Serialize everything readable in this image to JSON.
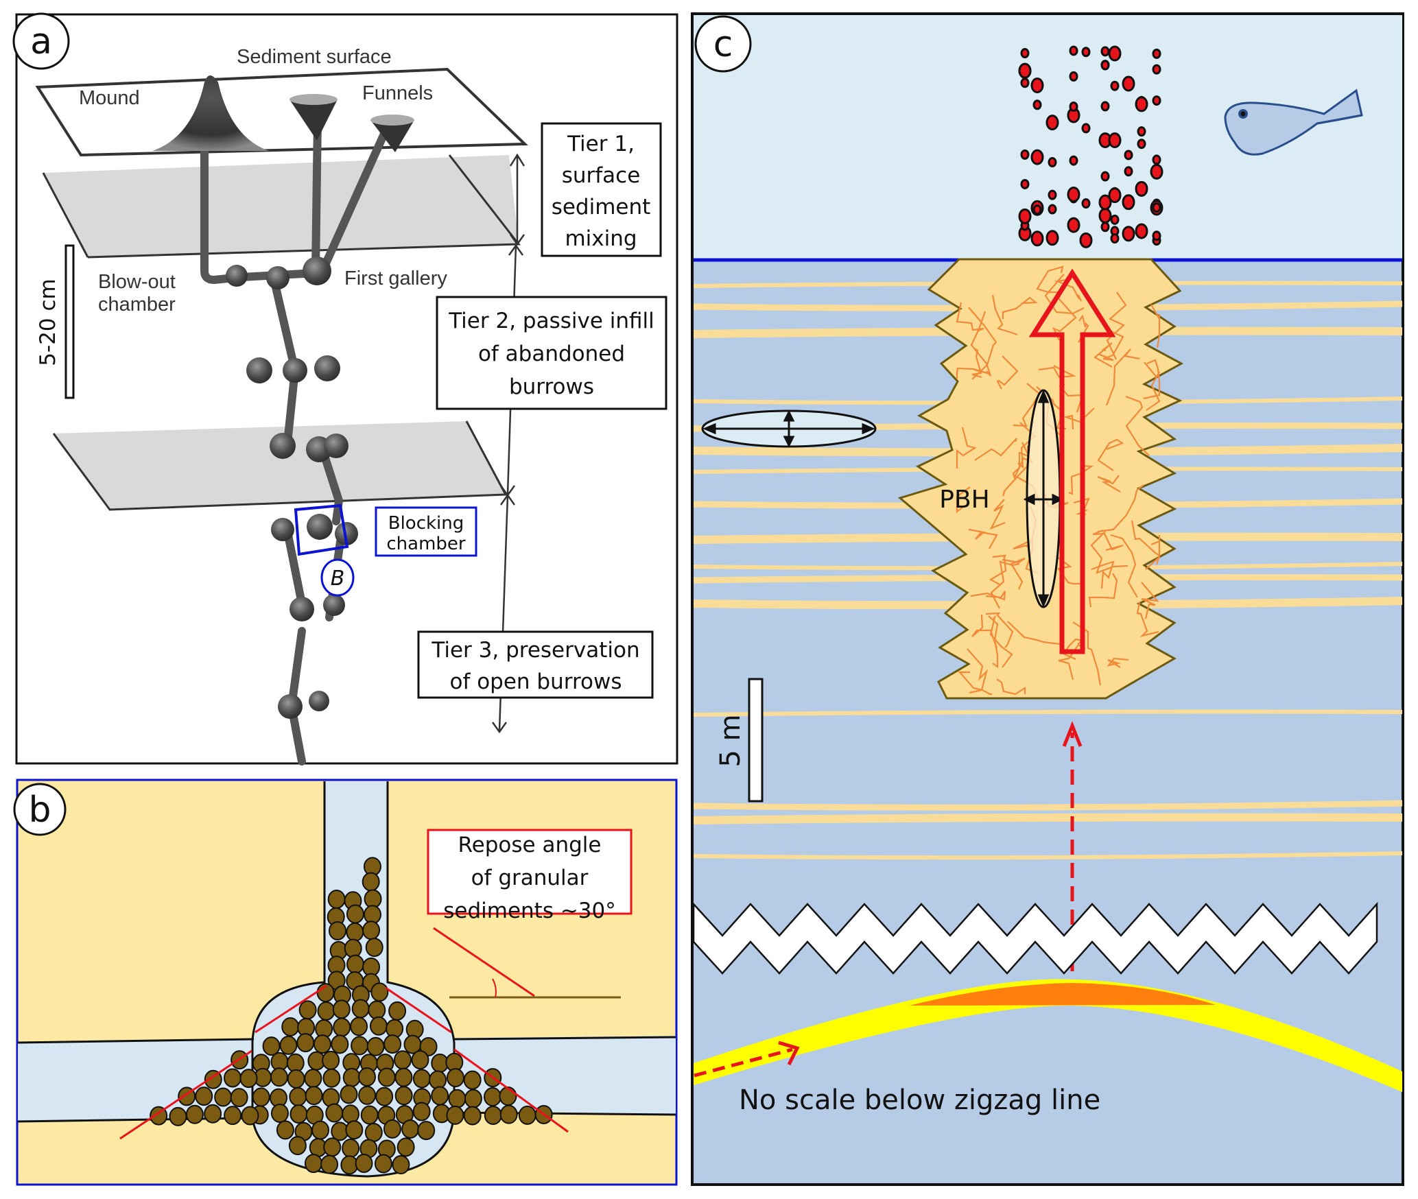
{
  "panels": {
    "a": {
      "letter": "a",
      "labels": {
        "sediment_surface": "Sediment surface",
        "mound": "Mound",
        "funnels": "Funnels",
        "blow_out_line1": "Blow-out",
        "blow_out_line2": "chamber",
        "first_gallery": "First gallery",
        "scale": "5-20 cm",
        "blocking_line1": "Blocking",
        "blocking_line2": "chamber",
        "b_marker": "B"
      },
      "tiers": [
        {
          "lines": [
            "Tier 1,",
            "surface",
            "sediment",
            "mixing"
          ]
        },
        {
          "lines": [
            "Tier 2, passive infill",
            "of abandoned",
            "burrows"
          ]
        },
        {
          "lines": [
            "Tier 3, preservation",
            "of open burrows"
          ]
        }
      ]
    },
    "b": {
      "letter": "b",
      "repose_lines": [
        "Repose angle",
        "of granular",
        "sediments ~30°"
      ]
    },
    "c": {
      "letter": "c",
      "pbh_label": "PBH",
      "scale": "5 m",
      "no_scale_note": "No scale below zigzag line"
    }
  },
  "colors": {
    "sand": "#fde9a3",
    "water_light": "#dcecf4",
    "water_mid": "#b6cce6",
    "grain": "#7b5a12",
    "red": "#e8141b",
    "blue": "#0a14d2",
    "orange_line": "#f08a3a",
    "yellow": "#ffff00",
    "orange": "#ff7f0e"
  }
}
